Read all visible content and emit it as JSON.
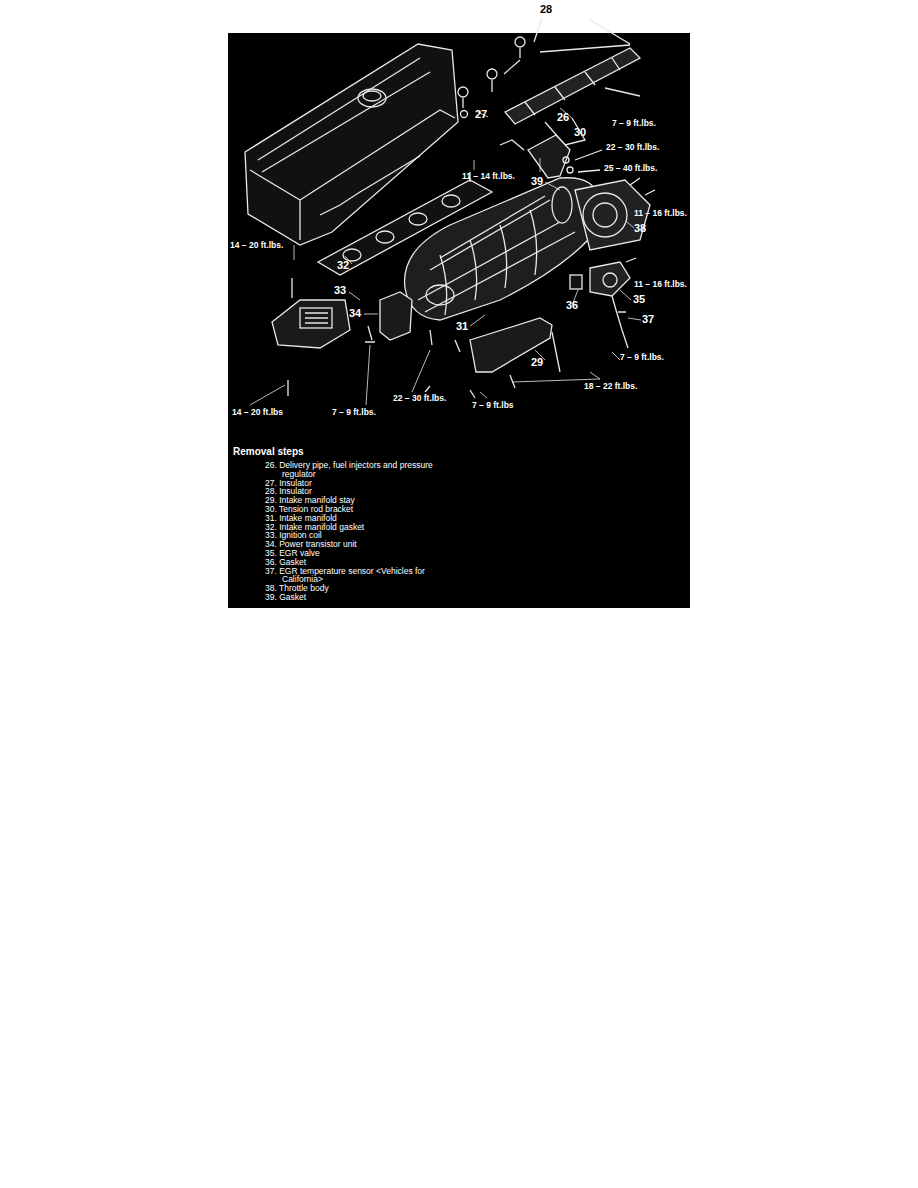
{
  "diagram": {
    "title": "Removal steps",
    "labels": [
      "28",
      "27",
      "26",
      "7 – 9 ft.lbs.",
      "30",
      "22 – 30 ft.lbs.",
      "25 – 40 ft.lbs.",
      "11 – 14 ft.lbs.",
      "39",
      "11 – 16 ft.lbs.",
      "38",
      "14 – 20 ft.lbs.",
      "32",
      "33",
      "11 – 16 ft.lbs.",
      "35",
      "34",
      "36",
      "37",
      "31",
      "29",
      "7 – 9 ft.lbs.",
      "18 – 22 ft.lbs.",
      "22 – 30 ft.lbs.",
      "7 – 9 ft.lbs",
      "14 – 20 ft.lbs",
      "7 – 9 ft.lbs.",
      "26. Delivery pipe, fuel injectors and pressure regulator",
      "27. Insulator",
      "28. Insulator",
      "29. Intake manifold stay",
      "30. Tension rod bracket",
      "31. Intake manifold",
      "32. Intake manifold gasket",
      "33. Ignition coil",
      "34. Power transistor unit",
      "35. EGR valve",
      "36. Gasket",
      "37. EGR temperature sensor <Vehicles for California>",
      "38. Throttle body",
      "39. Gasket"
    ]
  }
}
